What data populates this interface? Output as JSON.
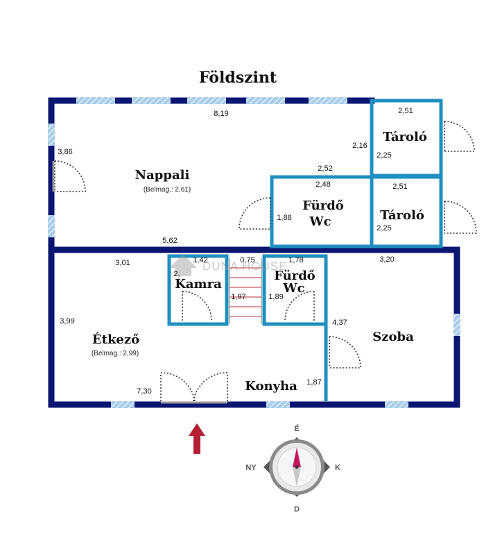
{
  "title": "Földszint",
  "rooms": {
    "nappali": {
      "name": "Nappali",
      "height": "(Belmag.: 2,61)"
    },
    "tarolo1": {
      "name": "Tároló"
    },
    "tarolo2": {
      "name": "Tároló"
    },
    "furdo1": {
      "line1": "Fürdő",
      "line2": "Wc"
    },
    "furdo2": {
      "line1": "Fürdő",
      "line2": "Wc"
    },
    "kamra": {
      "name": "Kamra"
    },
    "etkezo": {
      "name": "Étkező",
      "height": "(Belmag.: 2,99)"
    },
    "konyha": {
      "name": "Konyha"
    },
    "szoba": {
      "name": "Szoba"
    }
  },
  "dimensions": {
    "d819": "8,19",
    "d251a": "2,51",
    "d216": "2,16",
    "d225a": "2,25",
    "d386": "3,86",
    "d252": "2,52",
    "d248": "2,48",
    "d251b": "2,51",
    "d188": "1,88",
    "d225b": "2,25",
    "d562": "5,62",
    "d301": "3,01",
    "d142": "1,42",
    "d075": "0,75",
    "d178": "1,78",
    "d320": "3,20",
    "d2": "2,",
    "d197": "1,97",
    "d189": "1,89",
    "d399": "3,99",
    "d437": "4,37",
    "d730": "7,30",
    "d187": "1,87"
  },
  "watermark": "DUNA HOUSE",
  "compass": {
    "n": "É",
    "s": "D",
    "w": "NY",
    "e": "K"
  },
  "colors": {
    "wall": "#0b1670",
    "partition": "#1f8fbf",
    "window": "#9cc6e6",
    "arrow": "#b32036",
    "compass_needle": "#c2185b"
  }
}
